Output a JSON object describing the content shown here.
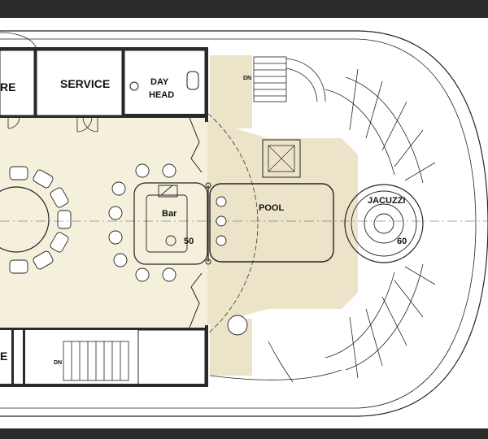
{
  "labels": {
    "store_partial": "RE",
    "service": "SERVICE",
    "day_head_line1": "DAY",
    "day_head_line2": "HEAD",
    "bar": "Bar",
    "bar_number": "50",
    "pool": "POOL",
    "jacuzzi": "JACUZZI",
    "jacuzzi_number": "60",
    "lower_left_partial": "E",
    "stair_top": "DN",
    "stair_bottom": "DN"
  },
  "colors": {
    "border": "#2b2b2b",
    "deck": "#f5f0dc",
    "teak": "#ece4c8",
    "line": "#222222",
    "background": "#ffffff"
  }
}
